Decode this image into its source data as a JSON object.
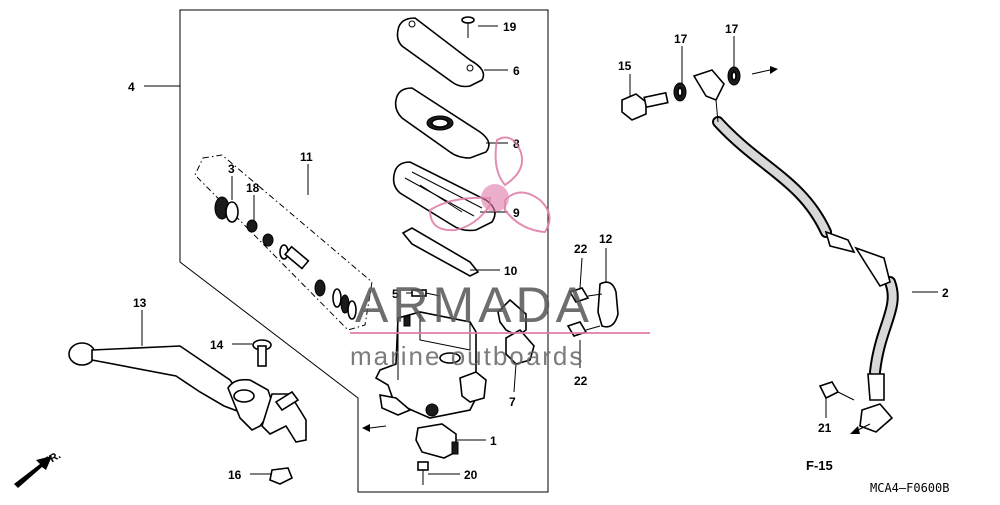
{
  "diagram": {
    "callouts": {
      "c1": "1",
      "c2": "2",
      "c3": "3",
      "c4": "4",
      "c5": "5",
      "c6": "6",
      "c7": "7",
      "c8": "8",
      "c9": "9",
      "c10": "10",
      "c11": "11",
      "c12": "12",
      "c13": "13",
      "c14": "14",
      "c15": "15",
      "c16": "16",
      "c17a": "17",
      "c17b": "17",
      "c18": "18",
      "c19": "19",
      "c20": "20",
      "c21": "21",
      "c22a": "22",
      "c22b": "22"
    },
    "front_indicator": "FR.",
    "section_ref": "F-15",
    "diagram_code": "MCA4—F0600B",
    "watermark": {
      "brand": "ARMADA",
      "tagline": "marine outboards",
      "color": "#e07aa8"
    }
  }
}
